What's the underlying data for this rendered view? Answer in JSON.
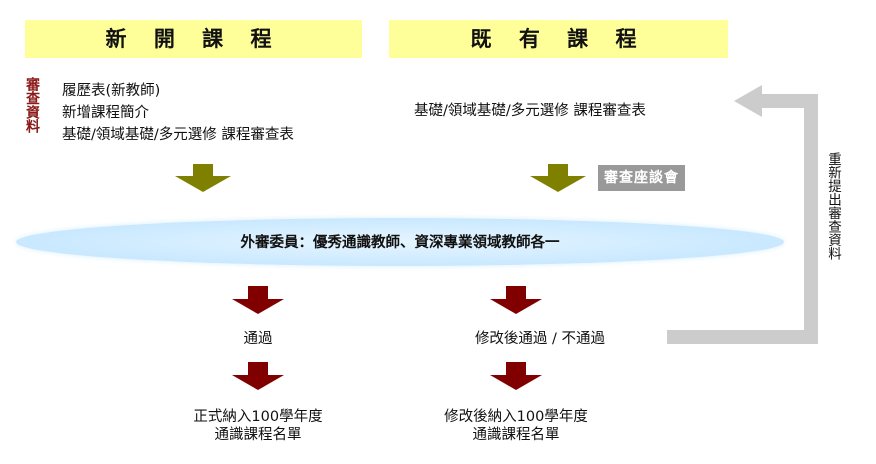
{
  "headers": {
    "new_course": "新 開 課 程",
    "existing_course": "既 有 課 程"
  },
  "review_materials_label": "審查資料",
  "new_course_items": [
    "履歷表(新教師)",
    "新增課程簡介",
    "基礎/領域基礎/多元選修  課程審查表"
  ],
  "existing_course_item": "基礎/領域基礎/多元選修  課程審查表",
  "review_meeting": "審查座談會",
  "external_reviewers": "外審委員：優秀通識教師、資深專業領域教師各一",
  "resubmit_label": "重新提出審查資料",
  "outcomes": {
    "pass": "通過",
    "revise_or_fail": "修改後通過  /  不通過"
  },
  "results": {
    "left_line1": "正式納入100學年度",
    "left_line2": "通識課程名單",
    "right_line1": "修改後納入100學年度",
    "right_line2": "通識課程名單"
  },
  "colors": {
    "header_bg": "#ffff99",
    "olive_arrow": "#808000",
    "maroon_arrow": "#800000",
    "review_label": "#8b1a1a",
    "badge_bg": "#999999",
    "loop_arrow": "#cccccc",
    "ellipse": "#cdeaff"
  }
}
